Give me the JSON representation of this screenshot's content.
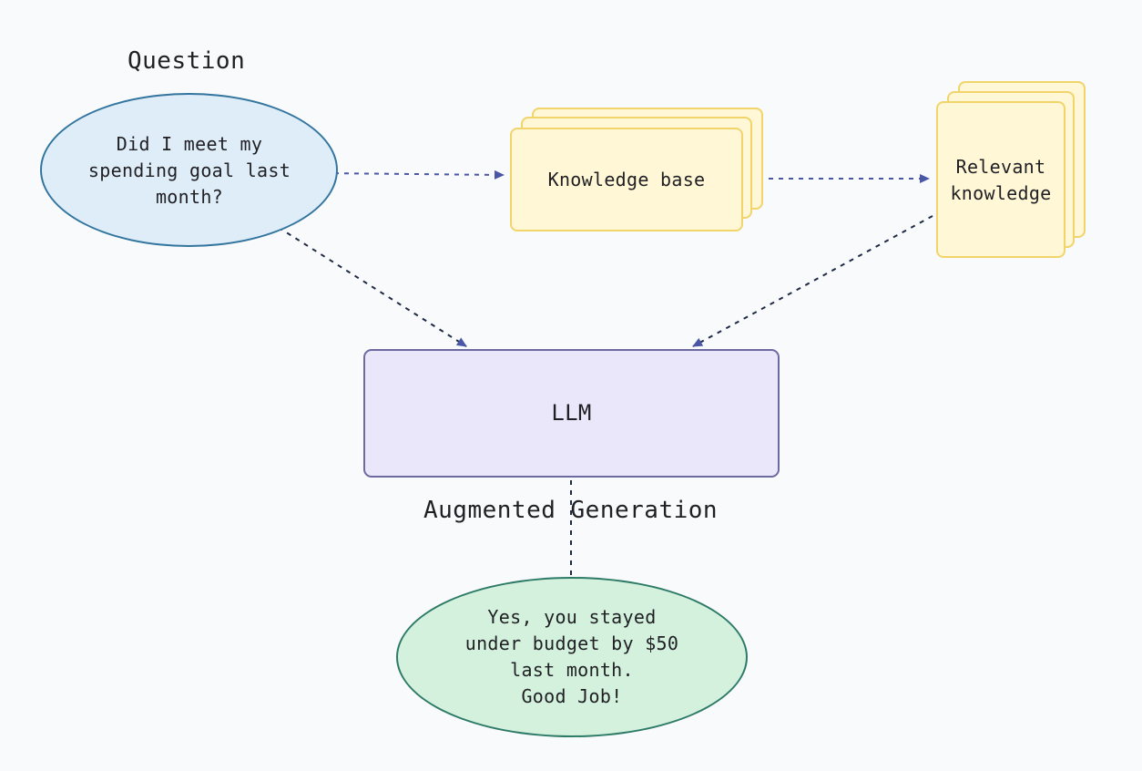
{
  "question_heading": "Question",
  "question_text": "Did I meet my\nspending goal last\nmonth?",
  "knowledge_base_label": "Knowledge base",
  "relevant_knowledge_label": "Relevant\nknowledge",
  "llm_label": "LLM",
  "augmented_generation_label": "Augmented Generation",
  "answer_text": "Yes, you stayed\nunder budget by $50\nlast month.\nGood Job!",
  "colors": {
    "question_fill": "#deedf8",
    "answer_fill": "#d3f1dd",
    "knowledge_fill": "#fff7d5",
    "llm_fill": "#ebe7fa",
    "arrow": "#4a56a6"
  }
}
